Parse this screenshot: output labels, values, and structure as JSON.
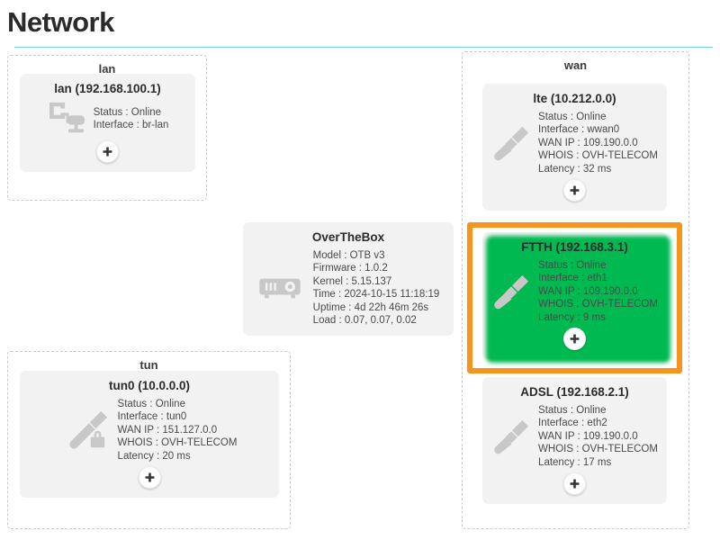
{
  "header": {
    "title": "Network",
    "rule_color": "#76d5ee"
  },
  "colors": {
    "online_glow": "#00b951",
    "device_glow": "#2f86e0",
    "selection": "#f7941e",
    "card_bg": "#f2f2f2",
    "icon": "#c8c8c8"
  },
  "groups": {
    "lan": {
      "label": "lan"
    },
    "tun": {
      "label": "tun"
    },
    "wan": {
      "label": "wan"
    }
  },
  "plus_label": "+",
  "cards": {
    "lan": {
      "title": "lan (192.168.100.1)",
      "icon": "network-computers-icon",
      "fields": [
        "Status : Online",
        "Interface : br-lan"
      ]
    },
    "tun0": {
      "title": "tun0 (10.0.0.0)",
      "icon": "secure-plug-icon",
      "fields": [
        "Status : Online",
        "Interface : tun0",
        "WAN IP : 151.127.0.0",
        "WHOIS : OVH-TELECOM",
        "Latency : 20 ms"
      ]
    },
    "overthebox": {
      "title": "OverTheBox",
      "icon": "router-box-icon",
      "fields": [
        "Model : OTB v3",
        "Firmware : 1.0.2",
        "Kernel : 5.15.137",
        "Time : 2024-10-15 11:18:19",
        "Uptime : 4d 22h 46m 26s",
        "Load : 0.07, 0.07, 0.02"
      ]
    },
    "lte": {
      "title": "lte (10.212.0.0)",
      "icon": "plug-icon",
      "fields": [
        "Status : Online",
        "Interface : wwan0",
        "WAN IP : 109.190.0.0",
        "WHOIS : OVH-TELECOM",
        "Latency : 32 ms"
      ]
    },
    "ftth": {
      "title": "FTTH (192.168.3.1)",
      "icon": "plug-icon",
      "selected": true,
      "fields": [
        "Status : Online",
        "Interface : eth1",
        "WAN IP : 109.190.0.0",
        "WHOIS : OVH-TELECOM",
        "Latency : 9 ms"
      ]
    },
    "adsl": {
      "title": "ADSL (192.168.2.1)",
      "icon": "plug-icon",
      "fields": [
        "Status : Online",
        "Interface : eth2",
        "WAN IP : 109.190.0.0",
        "WHOIS : OVH-TELECOM",
        "Latency : 17 ms"
      ]
    }
  }
}
